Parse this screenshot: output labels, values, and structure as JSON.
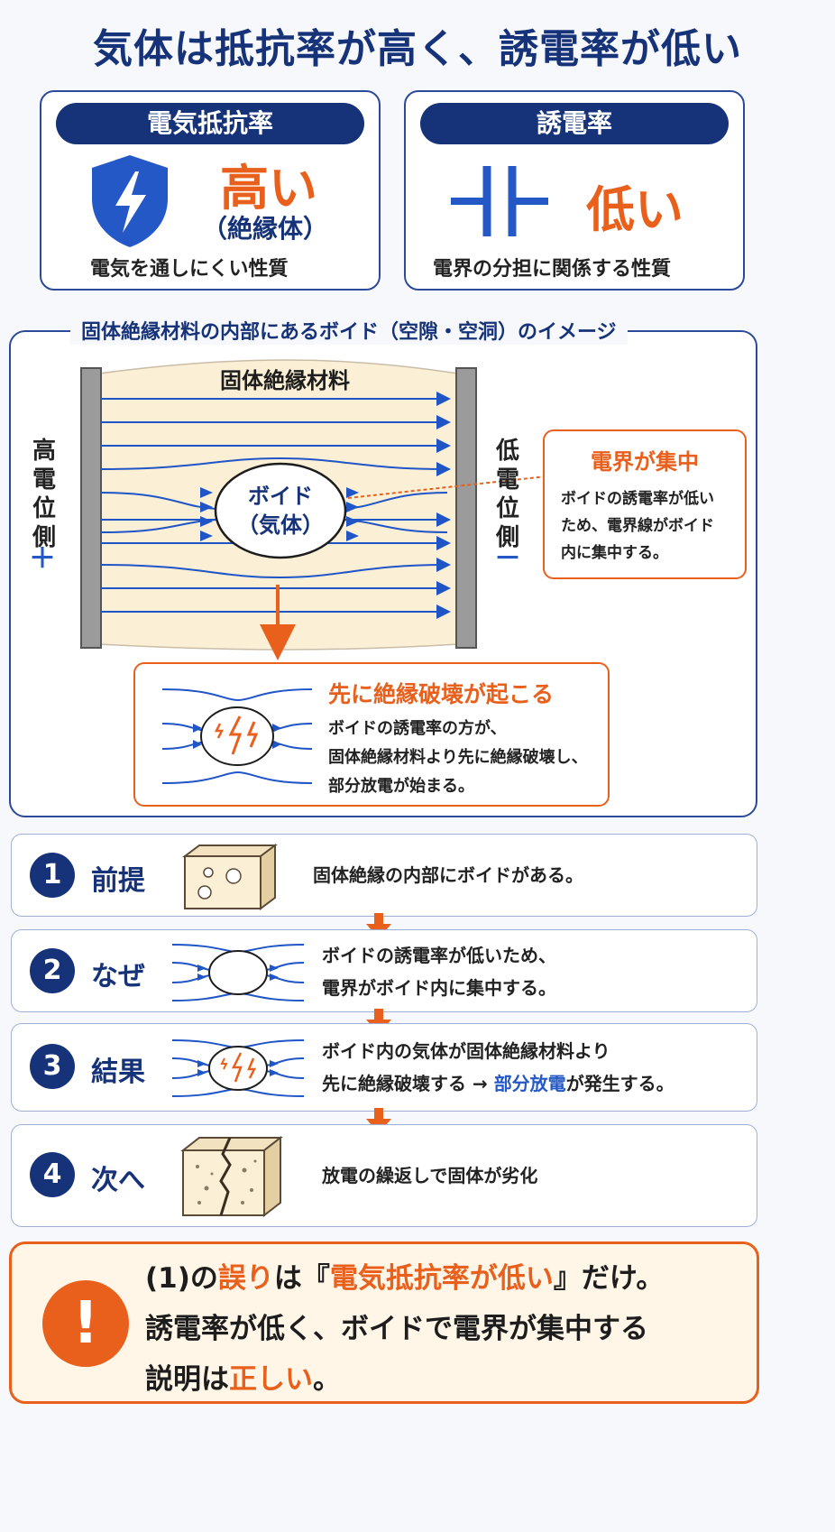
{
  "title": "気体は抵抗率が高く、誘電率が低い",
  "resistivity": {
    "header": "電気抵抗率",
    "value": "高い",
    "sub": "（絶縁体）",
    "desc": "電気を通しにくい性質",
    "icon": "shield-lightning-icon"
  },
  "permittivity": {
    "header": "誘電率",
    "value": "低い",
    "desc": "電界の分担に関係する性質",
    "icon": "capacitor-icon"
  },
  "diagram": {
    "section_title": "固体絶縁材料の内部にあるボイド（空隙・空洞）のイメージ",
    "material_label": "固体絶縁材料",
    "void_line1": "ボイド",
    "void_line2": "（気体）",
    "high_side": [
      "高",
      "電",
      "位",
      "側"
    ],
    "high_sign": "＋",
    "low_side": [
      "低",
      "電",
      "位",
      "側"
    ],
    "low_sign": "－",
    "concentration": {
      "title": "電界が集中",
      "lines": [
        "ボイドの誘電率が低い",
        "ため、電界線がボイド",
        "内に集中する。"
      ]
    },
    "breakdown": {
      "title": "先に絶縁破壊が起こる",
      "lines": [
        "ボイドの誘電率の方が、",
        "固体絶縁材料より先に絶縁破壊し、",
        "部分放電が始まる。"
      ]
    }
  },
  "steps": [
    {
      "num": "1",
      "label": "前提",
      "lines": [
        "固体絶縁の内部にボイドがある。"
      ],
      "icon": "block-with-voids-icon"
    },
    {
      "num": "2",
      "label": "なぜ",
      "lines": [
        "ボイドの誘電率が低いため、",
        "電界がボイド内に集中する。"
      ],
      "icon": "field-concentration-icon"
    },
    {
      "num": "3",
      "label": "結果",
      "line1": "ボイド内の気体が固体絶縁材料より",
      "line2_pre": "先に絶縁破壊する → ",
      "line2_hl": "部分放電",
      "line2_post": "が発生する。",
      "icon": "void-discharge-icon"
    },
    {
      "num": "4",
      "label": "次へ",
      "lines": [
        "放電の繰返しで固体が劣化"
      ],
      "icon": "cracked-block-icon"
    }
  ],
  "conclusion": {
    "icon": "exclamation-icon",
    "l1_a": "(1)の",
    "l1_b": "誤り",
    "l1_c": "は『",
    "l1_d": "電気抵抗率が低い",
    "l1_e": "』だけ。",
    "l2": "誘電率が低く、ボイドで電界が集中する",
    "l3_a": "説明は",
    "l3_b": "正しい",
    "l3_c": "。"
  },
  "colors": {
    "navy": "#16337a",
    "orange": "#e8601c",
    "cream": "#fbefd6",
    "field": "#1f55c7"
  }
}
